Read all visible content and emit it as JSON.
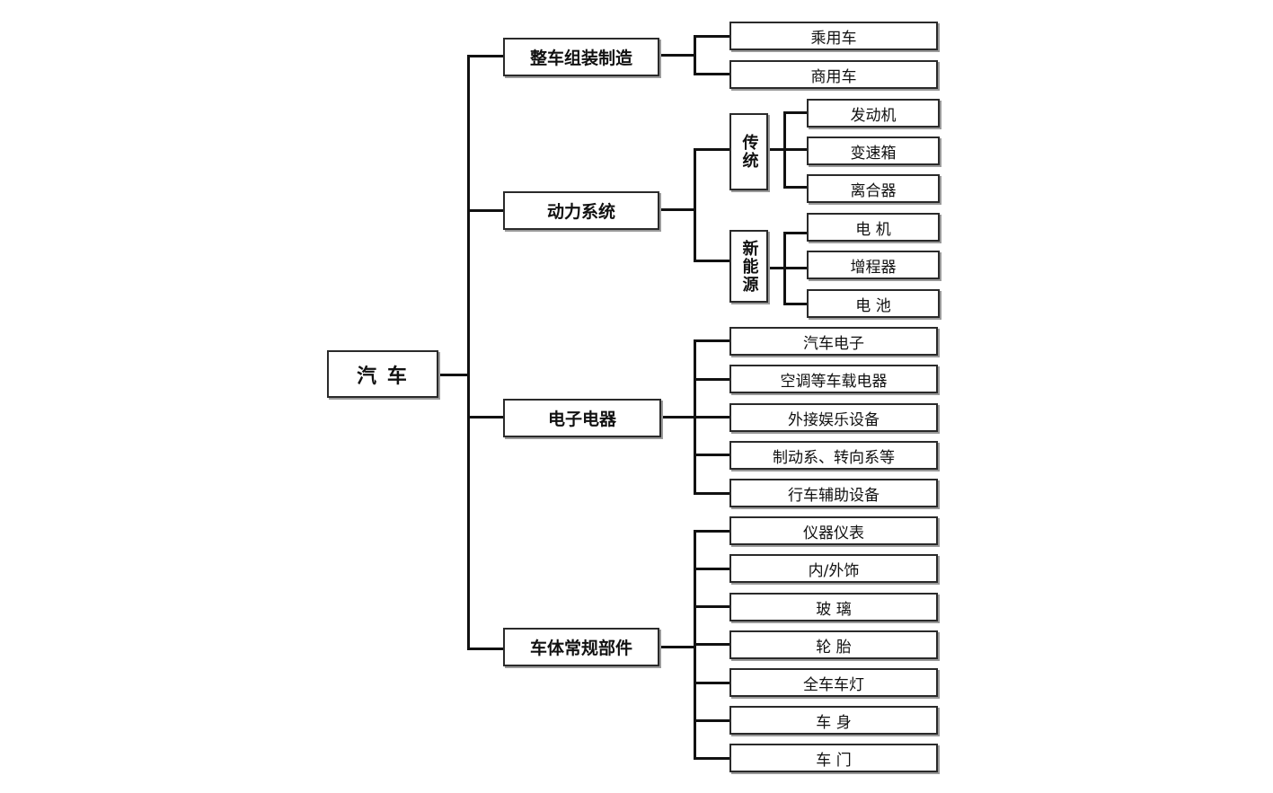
{
  "root": {
    "label": "汽 车"
  },
  "categories": [
    {
      "label": "整车组装制造",
      "children": [
        "乘用车",
        "商用车"
      ]
    },
    {
      "label": "动力系统",
      "groups": [
        {
          "label": "传统",
          "children": [
            "发动机",
            "变速箱",
            "离合器"
          ]
        },
        {
          "label": "新能源",
          "children": [
            "电 机",
            "增程器",
            "电 池"
          ]
        }
      ]
    },
    {
      "label": "电子电器",
      "children": [
        "汽车电子",
        "空调等车载电器",
        "外接娱乐设备",
        "制动系、转向系等",
        "行车辅助设备"
      ]
    },
    {
      "label": "车体常规部件",
      "children": [
        "仪器仪表",
        "内/外饰",
        "玻 璃",
        "轮 胎",
        "全车车灯",
        "车 身",
        "车 门"
      ]
    }
  ]
}
